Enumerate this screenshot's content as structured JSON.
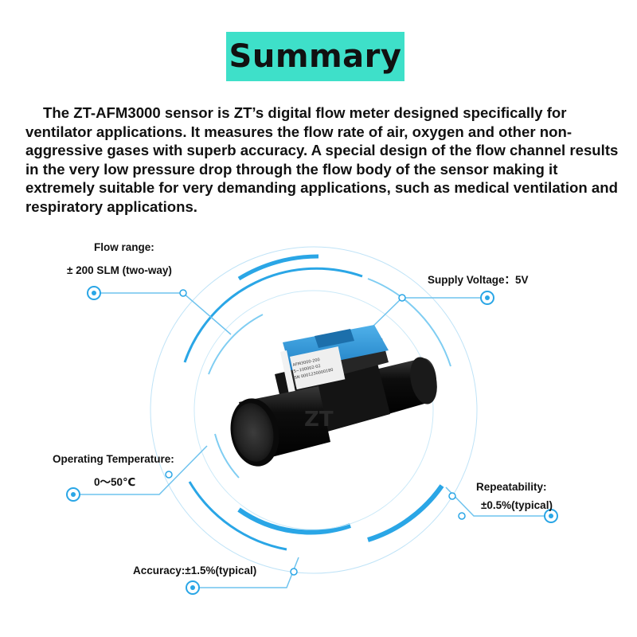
{
  "title": "Summary",
  "summary": "The ZT-AFM3000  sensor is ZT’s digital flow meter designed specifically for ventilator applications. It measures the flow rate of air, oxygen and other non-aggressive gases with superb accuracy. A special design of the flow channel results in the very low pressure drop through the flow body of the sensor making it extremely suitable for very demanding applications, such as medical ventilation and respiratory applications.",
  "specs": {
    "flow_range_label": "Flow range:",
    "flow_range_value": "± 200 SLM (two-way)",
    "supply_voltage": "Supply Voltage：5V",
    "operating_temp_label": "Operating Temperature:",
    "operating_temp_value": "0～50℃",
    "repeatability_label": "Repeatability:",
    "repeatability_value": "±0.5%(typical)",
    "accuracy": "Accuracy:±1.5%(typical)"
  },
  "product": {
    "watermark": "ZT",
    "sticker_lines": [
      "AFM3000-200",
      "S~100002-02",
      "SN 0001230000180"
    ]
  },
  "colors": {
    "title_bg": "#3ee0c9",
    "accent_blue": "#2aa6e6",
    "accent_light": "#7fcdf2",
    "connector_blue": "#2b8fd4"
  }
}
